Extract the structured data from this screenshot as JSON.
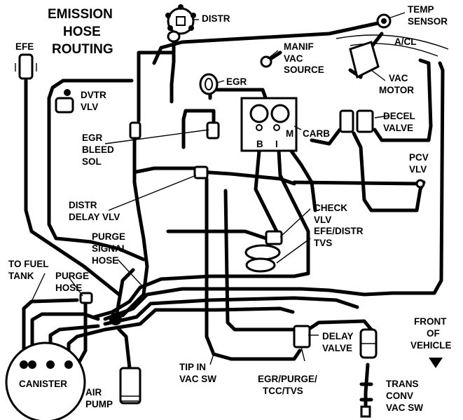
{
  "title_lines": [
    "EMISSION",
    "HOSE",
    "ROUTING"
  ],
  "labels": {
    "distr": "DISTR",
    "temp_sensor": [
      "TEMP",
      "SENSOR"
    ],
    "efe": "EFE",
    "manif_vac_source": [
      "MANIF",
      "VAC",
      "SOURCE"
    ],
    "acl": "A/CL",
    "dvtr_vlv": [
      "DVTR",
      "VLV"
    ],
    "egr": "EGR",
    "vac_motor": [
      "VAC",
      "MOTOR"
    ],
    "egr_bleed_sol": [
      "EGR",
      "BLEED",
      "SOL"
    ],
    "carb": "CARB",
    "decel_valve": [
      "DECEL",
      "VALVE"
    ],
    "pcv_vlv": [
      "PCV",
      "VLV"
    ],
    "distr_delay_vlv": [
      "DISTR",
      "DELAY VLV"
    ],
    "check_vlv": [
      "CHECK",
      "VLV"
    ],
    "efe_distr_tvs": [
      "EFE/DISTR",
      "TVS"
    ],
    "purge_signal_hose": [
      "PURGE",
      "SIGNAL",
      "HOSE"
    ],
    "to_fuel_tank": [
      "TO FUEL",
      "TANK"
    ],
    "purge_hose": [
      "PURGE",
      "HOSE"
    ],
    "front_of_vehicle": [
      "FRONT",
      "OF",
      "VEHICLE"
    ],
    "delay_valve": [
      "DELAY",
      "VALVE"
    ],
    "canister": "CANISTER",
    "tip_in_vac_sw": [
      "TIP IN",
      "VAC SW"
    ],
    "air_pump": [
      "AIR",
      "PUMP"
    ],
    "egr_purge_tcc_tvs": [
      "EGR/PURGE/",
      "TCC/TVS"
    ],
    "trans_conv_vac_sw": [
      "TRANS",
      "CONV",
      "VAC SW"
    ]
  },
  "carb_ports": [
    "B",
    "I",
    "M"
  ]
}
